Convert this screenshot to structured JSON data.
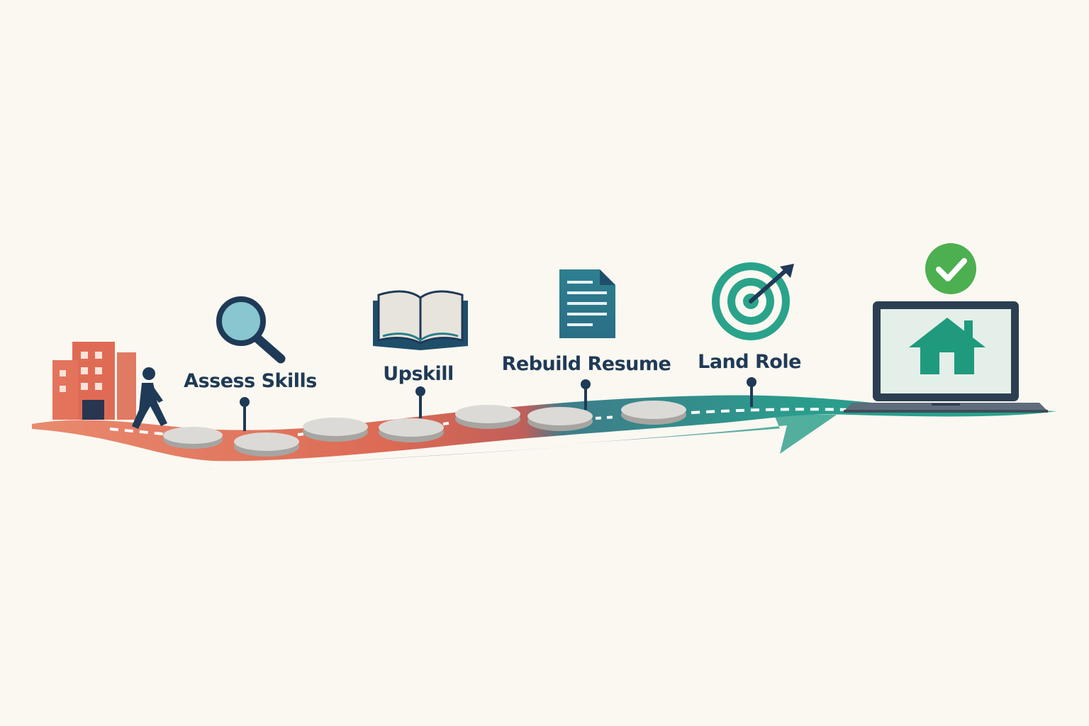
{
  "steps": [
    {
      "label": "Assess Skills",
      "icon": "magnifying-glass-icon"
    },
    {
      "label": "Upskill",
      "icon": "open-book-icon"
    },
    {
      "label": "Rebuild Resume",
      "icon": "document-icon"
    },
    {
      "label": "Land Role",
      "icon": "target-icon"
    }
  ],
  "start": {
    "icons": [
      "office-building-icon",
      "walking-person-icon"
    ]
  },
  "goal": {
    "icons": [
      "laptop-icon",
      "home-icon",
      "checkmark-badge-icon"
    ]
  },
  "colors": {
    "background": "#fbf8f1",
    "path_start": "#e0705a",
    "path_end": "#2aa08b",
    "navy": "#1f3a56",
    "teal": "#2b7e8a",
    "green_badge": "#4caf50",
    "stone": "#dcdad6",
    "building": "#e06b55"
  }
}
